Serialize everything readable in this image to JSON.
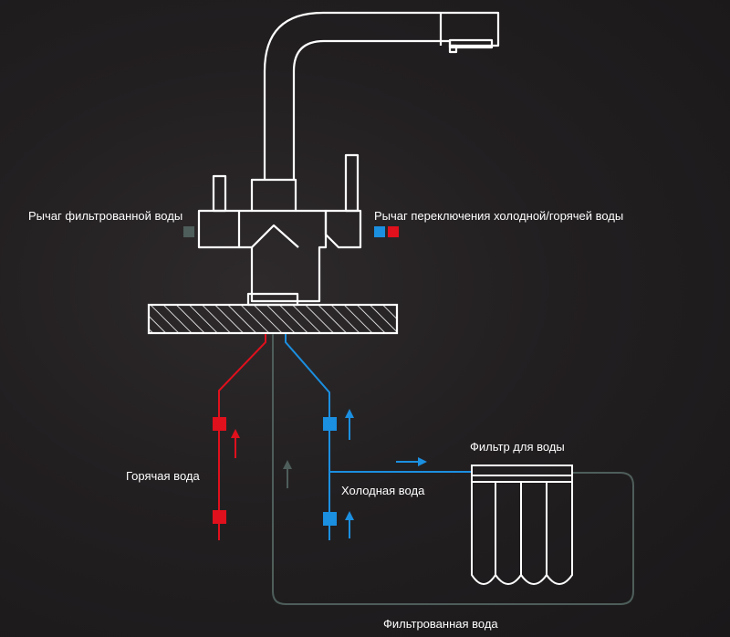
{
  "labels": {
    "filtered_lever": "Рычаг фильтрованной воды",
    "mix_lever": "Рычаг переключения холодной/горячей воды",
    "hot_water": "Горячая вода",
    "cold_water": "Холодная вода",
    "water_filter": "Фильтр для воды",
    "filtered_water": "Фильтрованная вода"
  },
  "colors": {
    "hot": "#e0101c",
    "cold": "#1b8fe0",
    "filtered": "#4e5e5a",
    "outline": "#ffffff"
  }
}
